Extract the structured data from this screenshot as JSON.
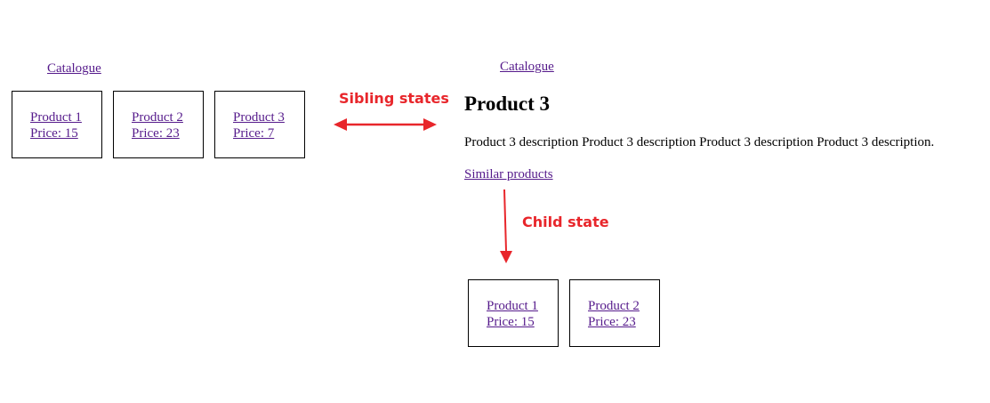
{
  "left_view": {
    "catalogue_link": "Catalogue",
    "products": [
      {
        "name": "Product 1",
        "price": "Price: 15"
      },
      {
        "name": "Product 2",
        "price": "Price: 23"
      },
      {
        "name": "Product 3",
        "price": "Price: 7"
      }
    ]
  },
  "right_view": {
    "catalogue_link": "Catalogue",
    "title": "Product 3",
    "description": "Product 3 description Product 3 description Product 3 description Product 3 description.",
    "similar_link": "Similar products",
    "similar_products": [
      {
        "name": "Product 1",
        "price": "Price: 15"
      },
      {
        "name": "Product 2",
        "price": "Price: 23"
      }
    ]
  },
  "annotations": {
    "sibling": "Sibling states",
    "child": "Child state"
  },
  "colors": {
    "annotation": "#e8262b",
    "link": "#551a8b"
  }
}
